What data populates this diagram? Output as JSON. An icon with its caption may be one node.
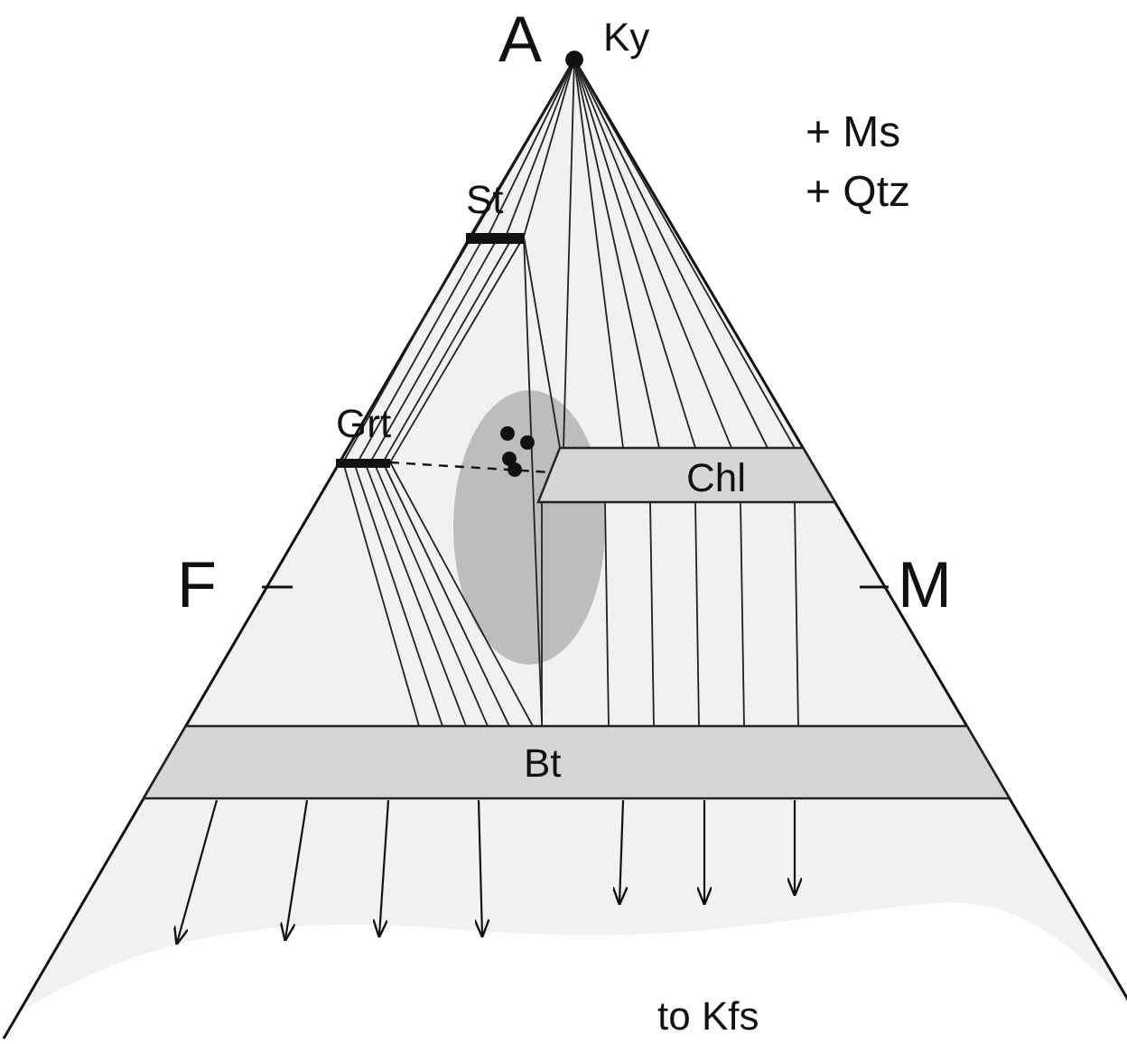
{
  "diagram": {
    "nodes": [
      {
        "text": [
          "Ky"
        ]
      },
      {
        "text": [
          "St"
        ]
      },
      {
        "text": [
          "Grt"
        ]
      },
      {
        "text": [
          "Chl"
        ]
      },
      {
        "text": [
          "Bt"
        ]
      }
    ],
    "labels": [
      "A",
      "+ Ms",
      "+ Qtz",
      "F",
      "M",
      "to Kfs"
    ]
  }
}
